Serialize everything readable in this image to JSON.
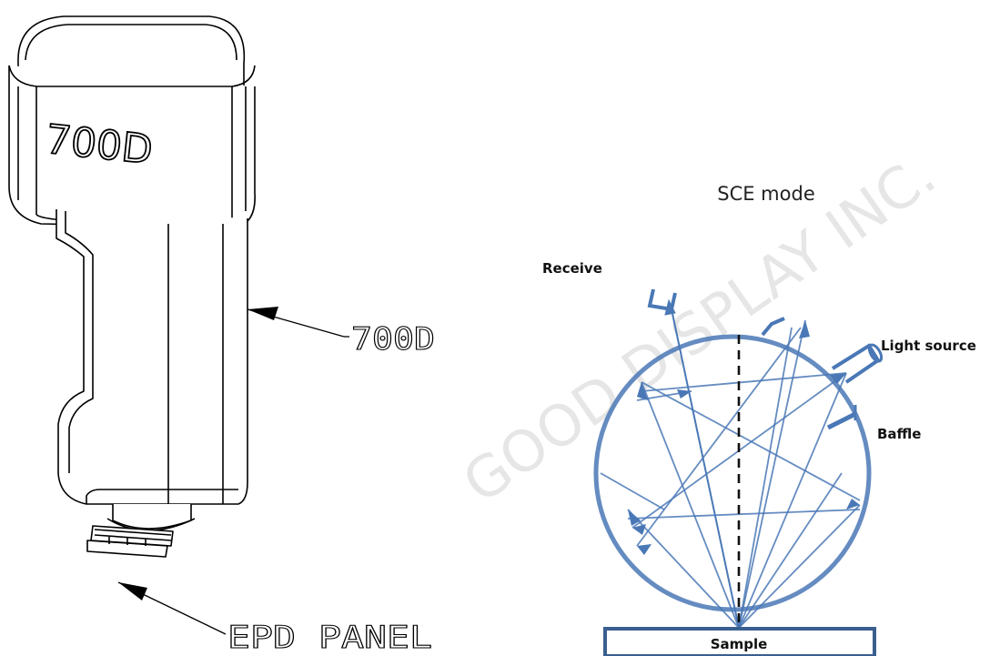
{
  "device": {
    "badge": "700D",
    "callout_device": "700D",
    "callout_panel": "EPD PANEL"
  },
  "sce": {
    "title": "SCE mode",
    "receive": "Receive",
    "light_source": "Light source",
    "baffle": "Baffle",
    "sample": "Sample"
  },
  "watermark": "GOOD DISPLAY INC.",
  "colors": {
    "sphere": "#4a78b6",
    "sample_border": "#3a5f8f",
    "outline": "#000000",
    "watermark": "#d8d8d8"
  }
}
